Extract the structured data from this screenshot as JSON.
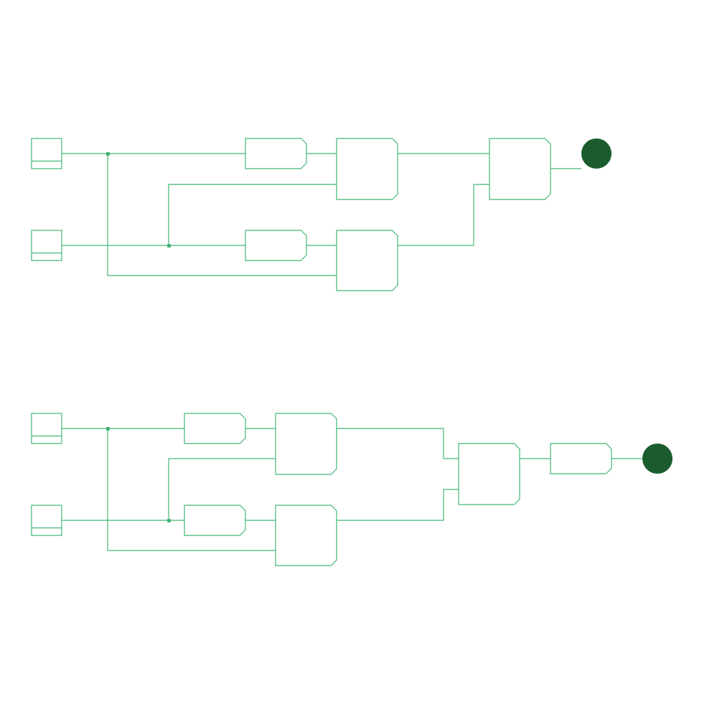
{
  "colors": {
    "wire": "#3cb371",
    "outline": "#2e9e5b",
    "output_led": "#1a5c2e",
    "background": "#ffffff"
  },
  "circuits": [
    {
      "id": "circuit-1",
      "inputs": [
        "input-a",
        "input-b"
      ],
      "gates": [
        "not-gate",
        "not-gate",
        "and-gate",
        "and-gate",
        "or-gate"
      ],
      "output": "output-led"
    },
    {
      "id": "circuit-2",
      "inputs": [
        "input-a",
        "input-b"
      ],
      "gates": [
        "not-gate",
        "not-gate",
        "and-gate",
        "and-gate",
        "or-gate",
        "not-gate"
      ],
      "output": "output-led"
    }
  ]
}
